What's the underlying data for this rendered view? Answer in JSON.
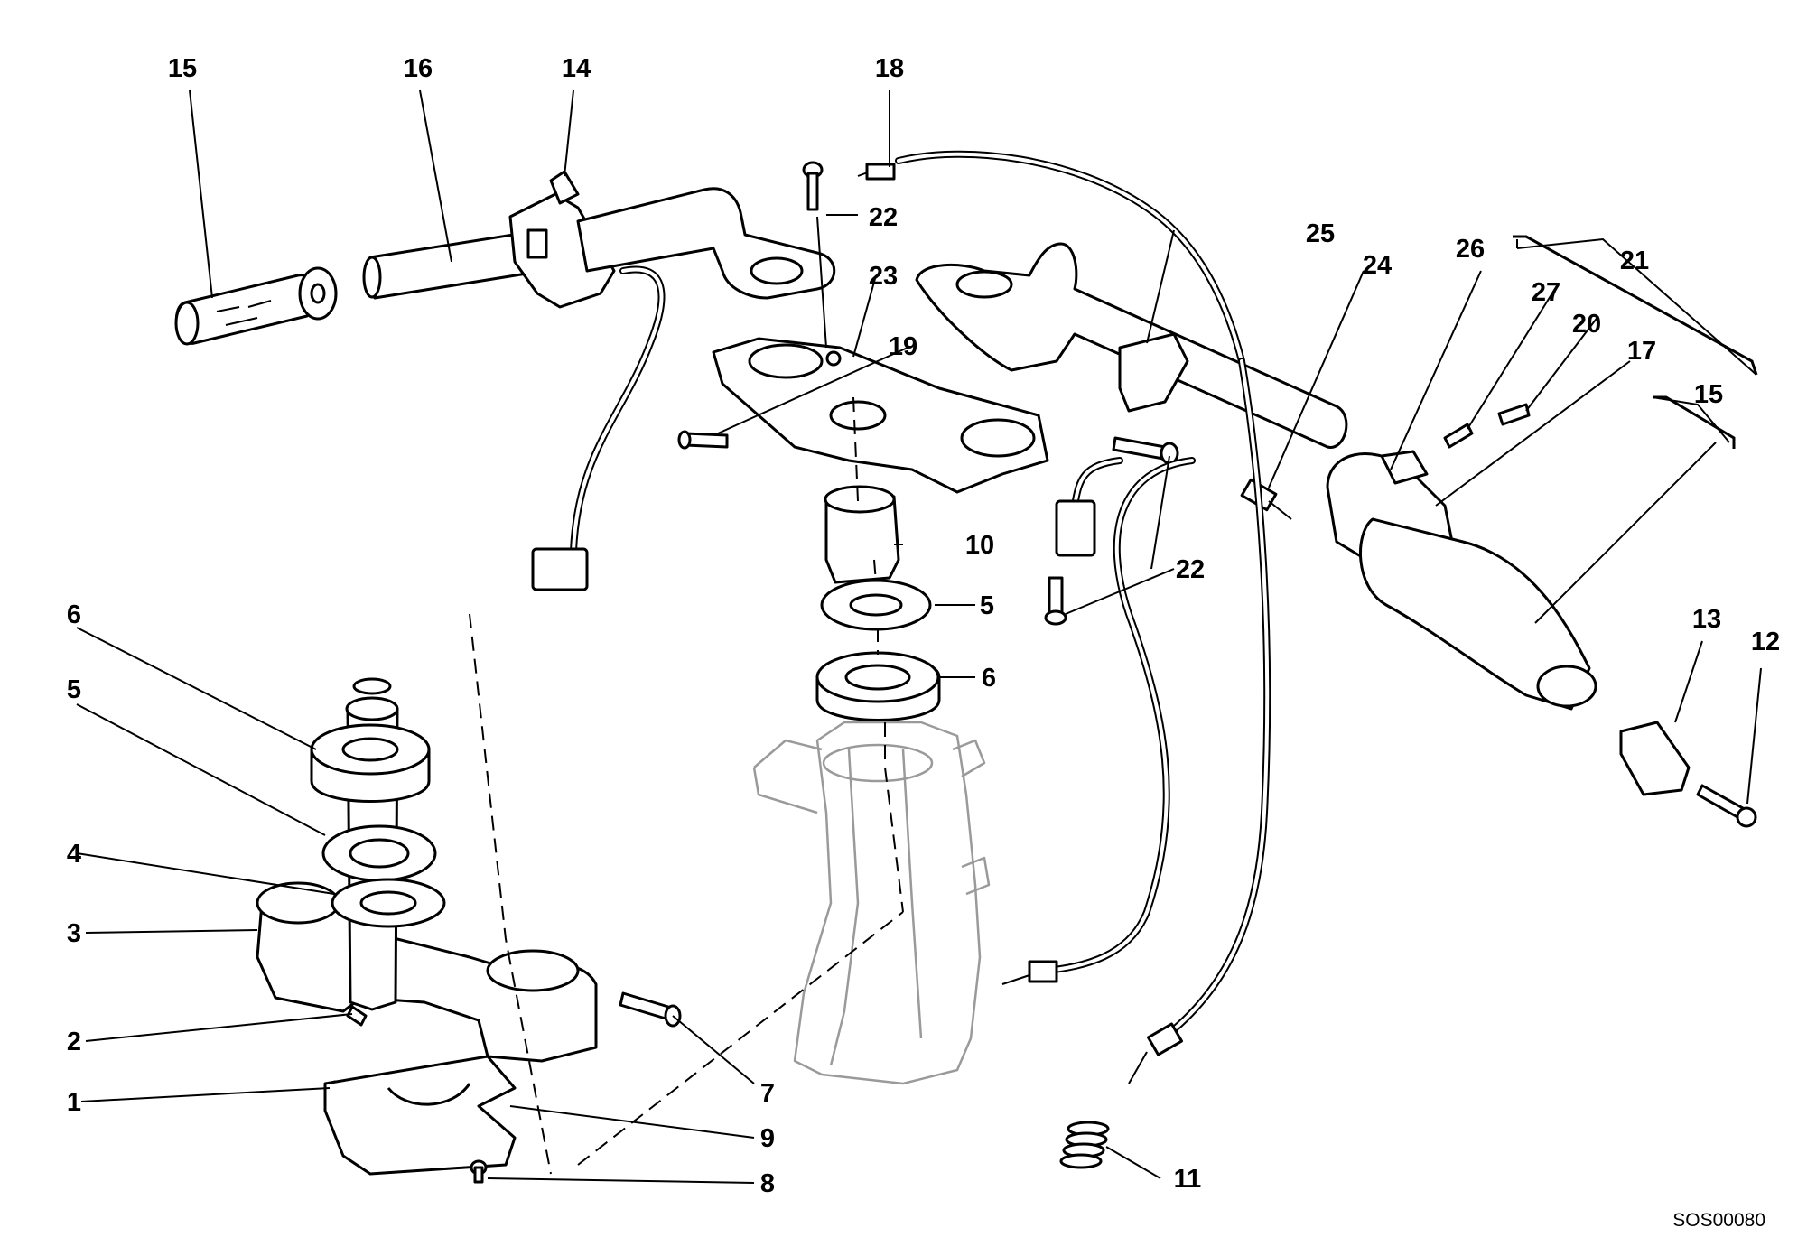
{
  "figure_code": "SOS00080",
  "callouts": [
    {
      "id": "c-15-top",
      "text": "15"
    },
    {
      "id": "c-16",
      "text": "16"
    },
    {
      "id": "c-14",
      "text": "14"
    },
    {
      "id": "c-18",
      "text": "18"
    },
    {
      "id": "c-22-top",
      "text": "22"
    },
    {
      "id": "c-23",
      "text": "23"
    },
    {
      "id": "c-19",
      "text": "19"
    },
    {
      "id": "c-25",
      "text": "25"
    },
    {
      "id": "c-24",
      "text": "24"
    },
    {
      "id": "c-26",
      "text": "26"
    },
    {
      "id": "c-21",
      "text": "21"
    },
    {
      "id": "c-27",
      "text": "27"
    },
    {
      "id": "c-20",
      "text": "20"
    },
    {
      "id": "c-17",
      "text": "17"
    },
    {
      "id": "c-15-right",
      "text": "15"
    },
    {
      "id": "c-10",
      "text": "10"
    },
    {
      "id": "c-5-mid",
      "text": "5"
    },
    {
      "id": "c-6-mid",
      "text": "6"
    },
    {
      "id": "c-22-mid",
      "text": "22"
    },
    {
      "id": "c-13",
      "text": "13"
    },
    {
      "id": "c-12",
      "text": "12"
    },
    {
      "id": "c-6-left",
      "text": "6"
    },
    {
      "id": "c-5-left",
      "text": "5"
    },
    {
      "id": "c-4",
      "text": "4"
    },
    {
      "id": "c-3",
      "text": "3"
    },
    {
      "id": "c-2",
      "text": "2"
    },
    {
      "id": "c-1",
      "text": "1"
    },
    {
      "id": "c-7",
      "text": "7"
    },
    {
      "id": "c-9",
      "text": "9"
    },
    {
      "id": "c-8",
      "text": "8"
    },
    {
      "id": "c-11",
      "text": "11"
    }
  ]
}
